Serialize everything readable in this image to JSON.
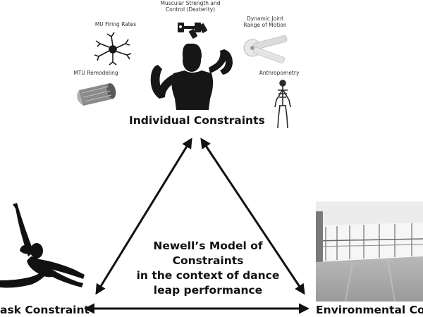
{
  "diagram": {
    "title_lines": [
      "Newell’s Model of",
      "Constraints",
      "in the context of dance",
      "leap performance"
    ],
    "nodes": {
      "individual": {
        "label": "Individual Constraints"
      },
      "task": {
        "label": "ask Constraint"
      },
      "environmental": {
        "label": "Environmental Co"
      }
    },
    "individual_factors": {
      "muscular_strength": "Muscular Strength and Control (Dexterity)",
      "mu_firing": "MU Firing Rates",
      "dynamic_joint": "Dynamic Joint Range of Motion",
      "mtu_remodeling": "MTU Remodeling",
      "anthropometry": "Anthropometry"
    },
    "icons": {
      "muscular_strength": "dumbbells-icon",
      "mu_firing": "neuron-icon",
      "dynamic_joint": "goniometer-icon",
      "mtu_remodeling": "muscle-fiber-icon",
      "anthropometry": "skeleton-icon",
      "individual": "flexing-athlete-silhouette",
      "task": "leaping-dancer-silhouette",
      "environmental": "dance-studio-photo"
    },
    "arrows": [
      {
        "from": "individual",
        "to": "task",
        "bidirectional": true
      },
      {
        "from": "individual",
        "to": "environmental",
        "bidirectional": true
      },
      {
        "from": "task",
        "to": "environmental",
        "bidirectional": true
      }
    ]
  }
}
